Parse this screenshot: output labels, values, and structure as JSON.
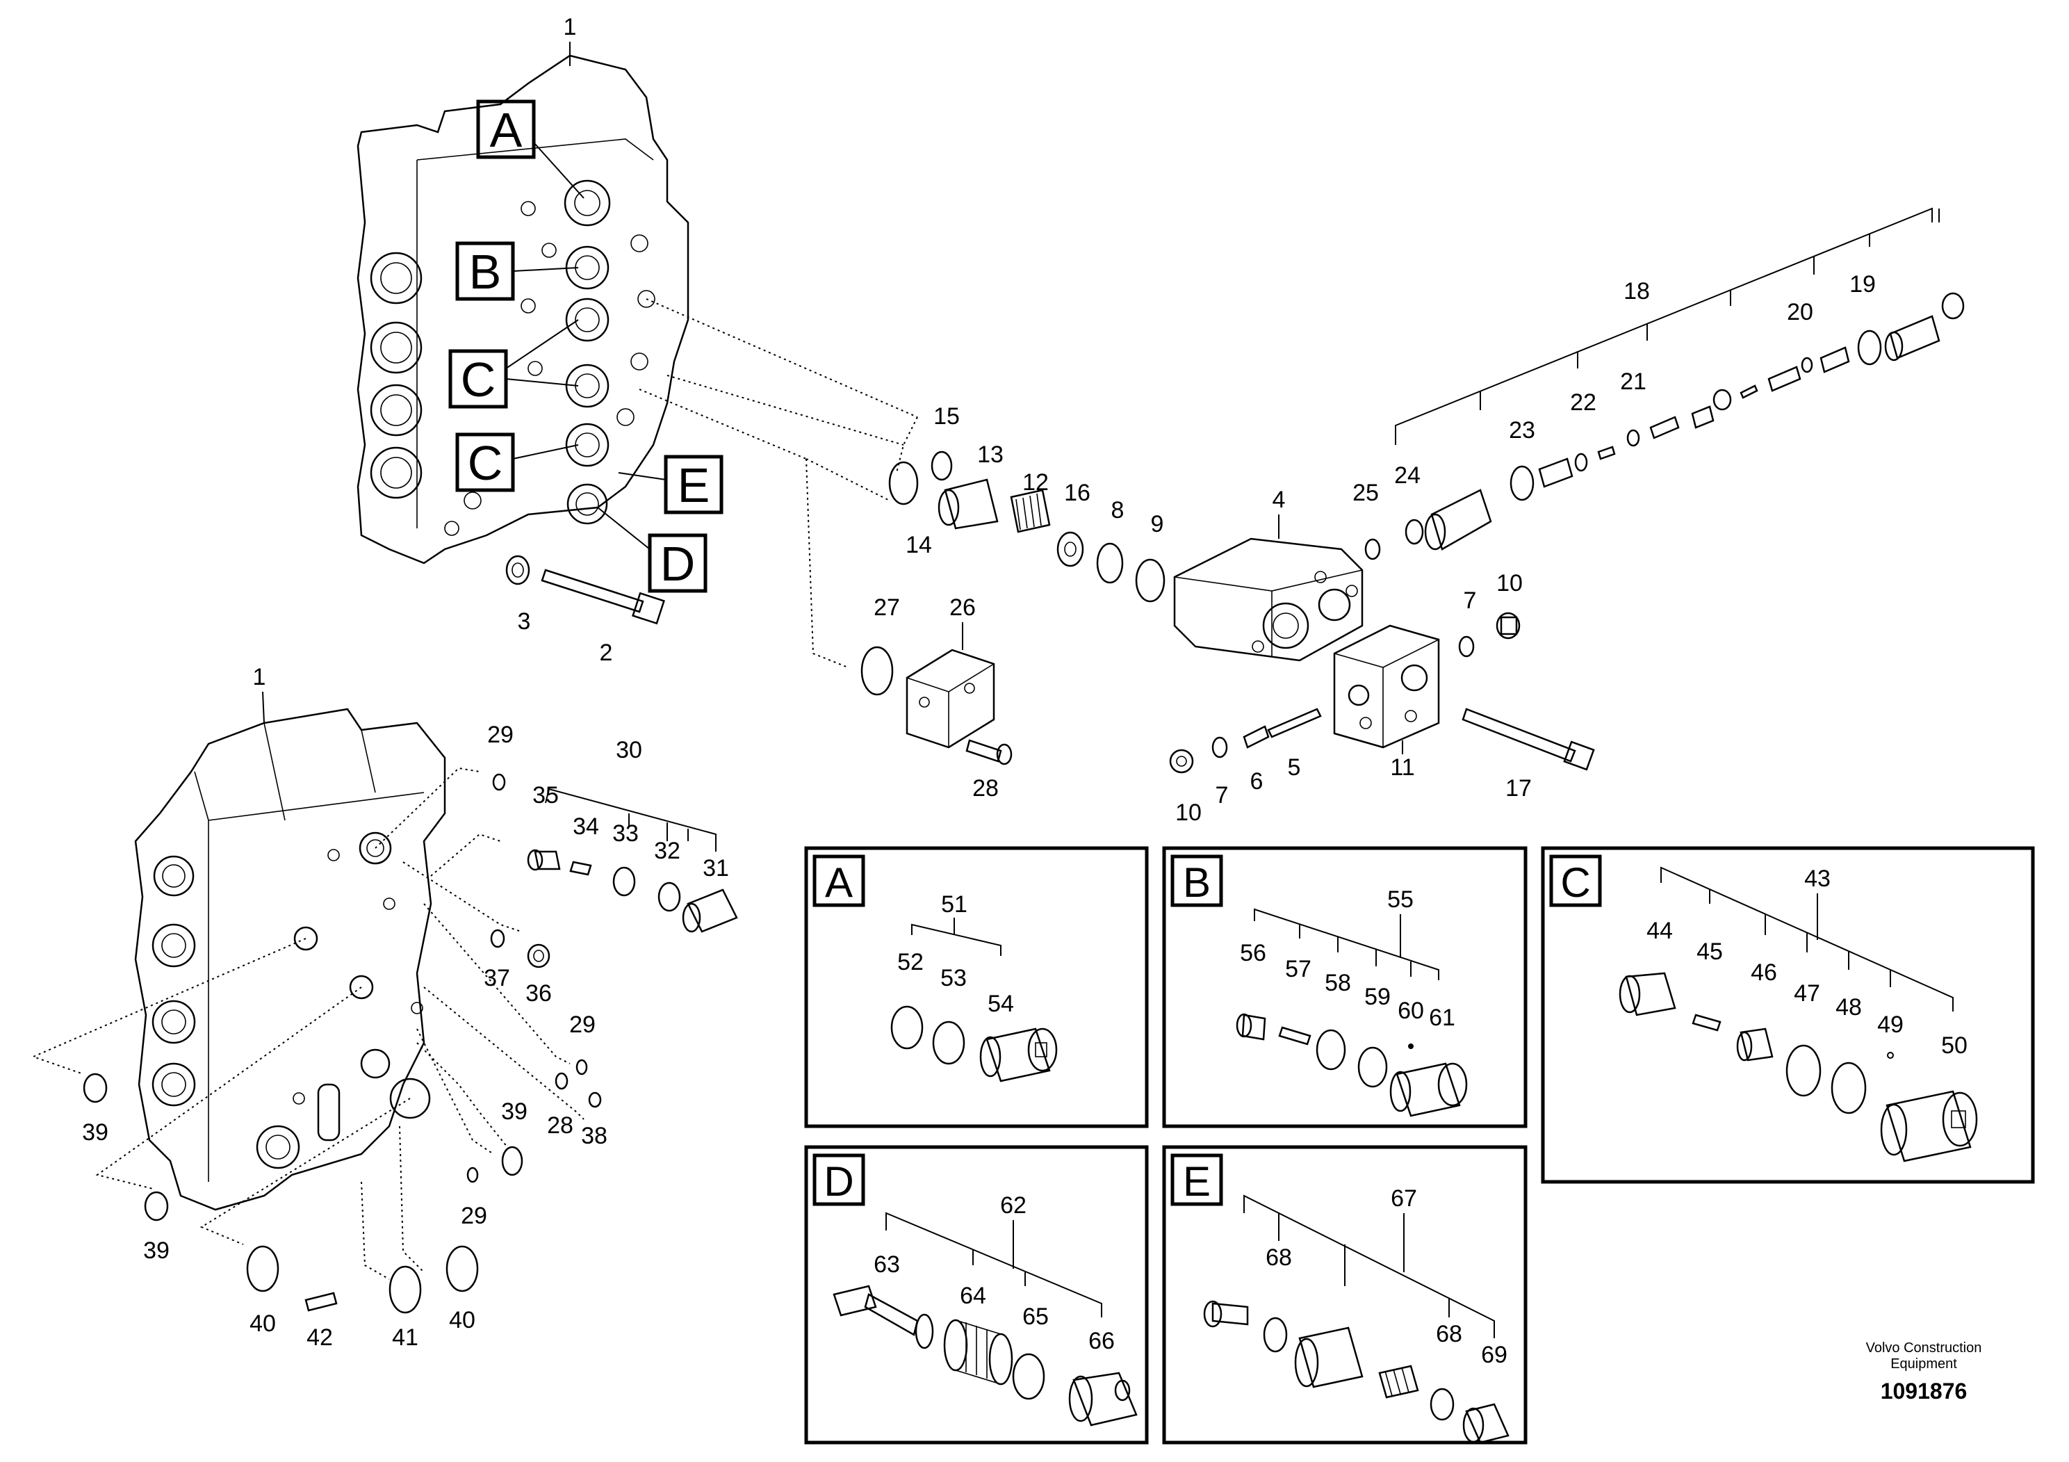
{
  "callouts": {
    "c1a": "1",
    "c1b": "1",
    "c2": "2",
    "c3": "3",
    "c4": "4",
    "c5": "5",
    "c6": "6",
    "c7a": "7",
    "c7b": "7",
    "c8": "8",
    "c9": "9",
    "c10a": "10",
    "c10b": "10",
    "c11": "11",
    "c12": "12",
    "c13": "13",
    "c14": "14",
    "c15": "15",
    "c16": "16",
    "c17": "17",
    "c18": "18",
    "c19": "19",
    "c20": "20",
    "c21": "21",
    "c22": "22",
    "c23": "23",
    "c24": "24",
    "c25": "25",
    "c26": "26",
    "c27": "27",
    "c28a": "28",
    "c28b": "28",
    "c29a": "29",
    "c29b": "29",
    "c29c": "29",
    "c30": "30",
    "c31": "31",
    "c32": "32",
    "c33": "33",
    "c34": "34",
    "c35": "35",
    "c36": "36",
    "c37": "37",
    "c38": "38",
    "c39a": "39",
    "c39b": "39",
    "c39c": "39",
    "c40a": "40",
    "c40b": "40",
    "c41": "41",
    "c42": "42",
    "c43": "43",
    "c44": "44",
    "c45": "45",
    "c46": "46",
    "c47": "47",
    "c48": "48",
    "c49": "49",
    "c50": "50",
    "c51": "51",
    "c52": "52",
    "c53": "53",
    "c54": "54",
    "c55": "55",
    "c56": "56",
    "c57": "57",
    "c58": "58",
    "c59": "59",
    "c60": "60",
    "c61": "61",
    "c62": "62",
    "c63": "63",
    "c64": "64",
    "c65": "65",
    "c66": "66",
    "c67": "67",
    "c68a": "68",
    "c68b": "68",
    "c69": "69"
  },
  "port_labels": {
    "A": "A",
    "B": "B",
    "C1": "C",
    "C2": "C",
    "D": "D",
    "E": "E"
  },
  "insets": {
    "A": "A",
    "B": "B",
    "C": "C",
    "D": "D",
    "E": "E"
  },
  "credit": {
    "line1": "Volvo Construction",
    "line2": "Equipment",
    "doc_number": "1091876"
  }
}
